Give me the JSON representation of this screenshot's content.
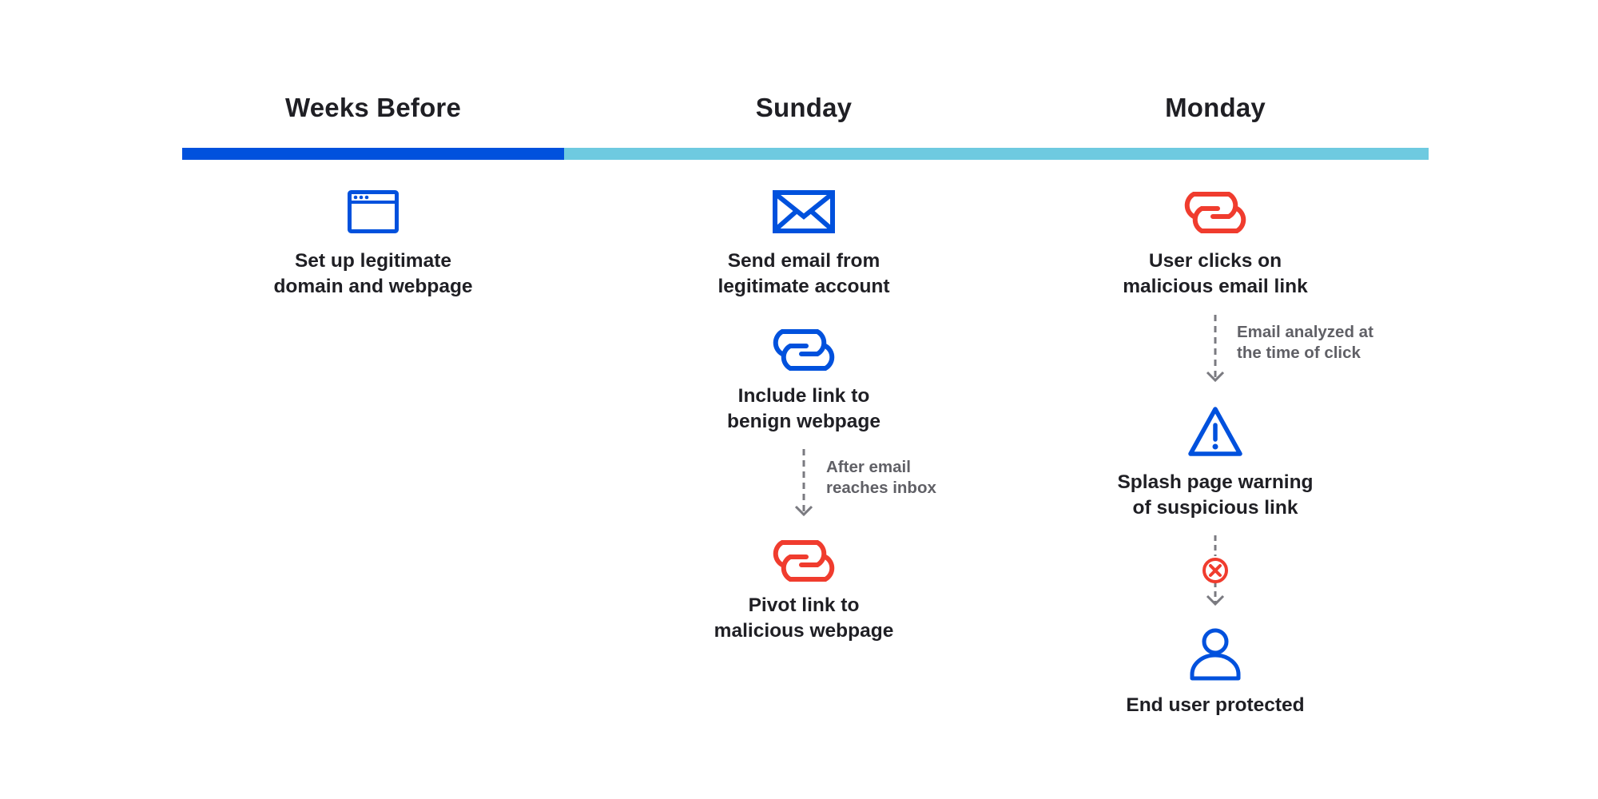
{
  "timeline": {
    "headings": [
      "Weeks Before",
      "Sunday",
      "Monday"
    ],
    "colors": {
      "primary_blue": "#0051dd",
      "light_blue": "#6ecae0",
      "alert_red": "#f03c2e",
      "connector_gray": "#7a7a80"
    }
  },
  "weeks_before": {
    "step1": {
      "icon": "browser-window-icon",
      "lines": [
        "Set up legitimate",
        "domain and webpage"
      ]
    }
  },
  "sunday": {
    "step1": {
      "icon": "envelope-icon",
      "lines": [
        "Send email from",
        "legitimate account"
      ]
    },
    "step2": {
      "icon": "link-icon",
      "lines": [
        "Include link to",
        "benign webpage"
      ]
    },
    "note1": {
      "lines": [
        "After email",
        "reaches inbox"
      ]
    },
    "step3": {
      "icon": "link-icon",
      "lines": [
        "Pivot link to",
        "malicious webpage"
      ]
    }
  },
  "monday": {
    "step1": {
      "icon": "link-icon",
      "lines": [
        "User clicks on",
        "malicious email link"
      ]
    },
    "note1": {
      "lines": [
        "Email analyzed at",
        "the time of click"
      ]
    },
    "step2": {
      "icon": "warning-icon",
      "lines": [
        "Splash page warning",
        "of suspicious link"
      ]
    },
    "block": {
      "icon": "blocked-x-icon"
    },
    "step3": {
      "icon": "user-icon",
      "lines": [
        "End user protected"
      ]
    }
  }
}
